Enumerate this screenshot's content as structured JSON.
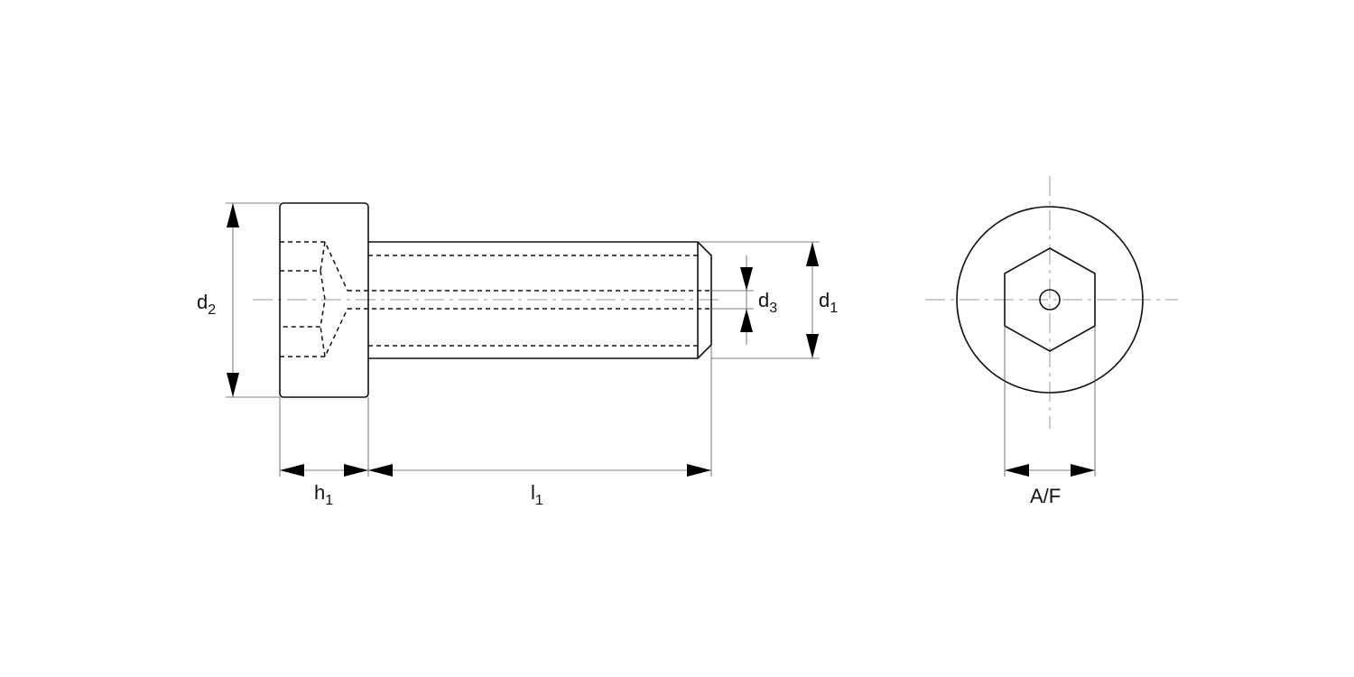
{
  "labels": {
    "d2": {
      "main": "d",
      "sub": "2"
    },
    "d3": {
      "main": "d",
      "sub": "3"
    },
    "d1": {
      "main": "d",
      "sub": "1"
    },
    "h1": {
      "main": "h",
      "sub": "1"
    },
    "l1": {
      "main": "l",
      "sub": "1"
    },
    "af": "A/F"
  }
}
